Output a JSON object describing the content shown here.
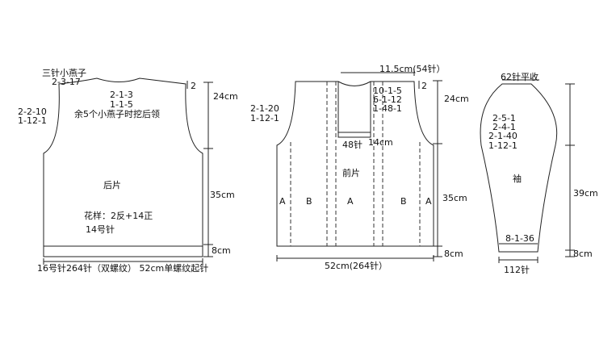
{
  "back": {
    "three_stitch_label": "三针小燕子",
    "three_stitch_rows": "2-3-17",
    "neck_rows": [
      "2-1-3",
      "1-1-5"
    ],
    "shoulder_mark": "2",
    "armhole_rows": [
      "2-2-10",
      "1-12-1"
    ],
    "neck_note": "余5个小燕子时挖后领",
    "title": "后片",
    "pattern_note": "花样：2反+14正",
    "needle_note": "14号针",
    "upper_height": "24cm",
    "body_height": "35cm",
    "rib_height": "8cm",
    "bottom_note": "16号针264针（双螺纹）  52cm单螺纹起针"
  },
  "front": {
    "neck_width": "11.5cm(54针）",
    "shoulder_mark": "2",
    "neck_rows": [
      "10-1-5",
      "6-1-12",
      "1-48-1"
    ],
    "armhole_rows": [
      "2-1-20",
      "1-12-1"
    ],
    "center_width": "48针",
    "neck_depth": "14cm",
    "title": "前片",
    "columns": [
      "A",
      "B",
      "A",
      "B",
      "A"
    ],
    "upper_height": "24cm",
    "body_height": "35cm",
    "rib_height": "8cm",
    "bottom_width": "52cm(264针）"
  },
  "sleeve": {
    "top_label": "62针平收",
    "cap_rows": [
      "2-5-1",
      "2-4-1",
      "2-1-40",
      "1-12-1"
    ],
    "title": "袖",
    "increase_rows": "8-1-36",
    "bottom_stitches": "112针",
    "length": "39cm",
    "rib_height": "8cm"
  }
}
